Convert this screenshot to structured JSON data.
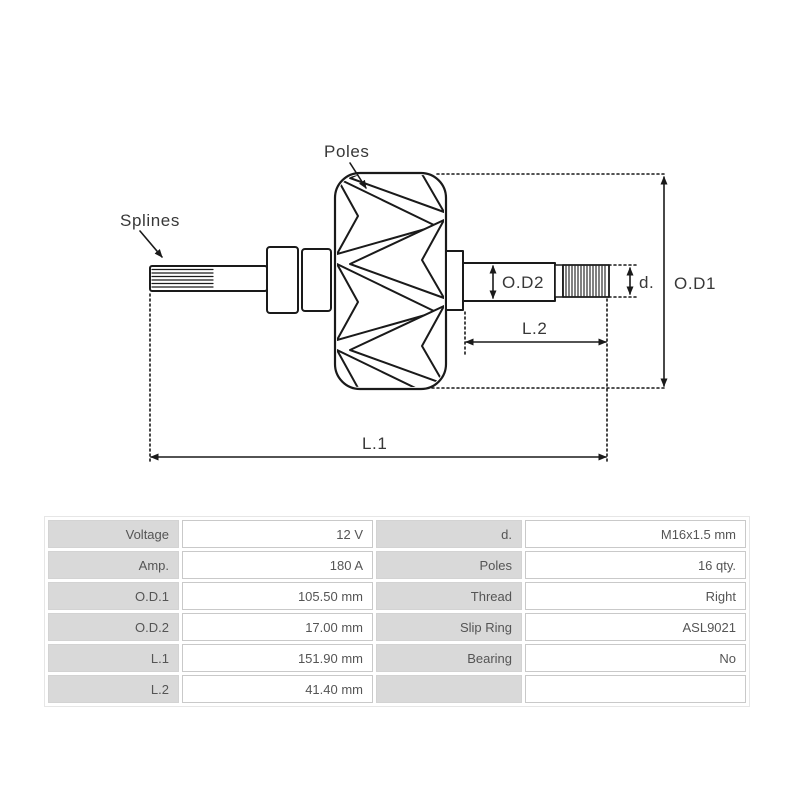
{
  "diagram": {
    "callouts": {
      "poles": "Poles",
      "splines": "Splines"
    },
    "dimensions": {
      "od1": "O.D1",
      "od2": "O.D2",
      "d": "d.",
      "l1": "L.1",
      "l2": "L.2"
    },
    "colors": {
      "line": "#1a1a1a",
      "label_text": "#383838"
    }
  },
  "spec_table": {
    "colors": {
      "label_bg": "#d9d9d9",
      "value_bg": "#ffffff",
      "border": "#c9c9c9",
      "text": "#555555"
    },
    "rows": [
      {
        "left_label": "Voltage",
        "left_value": "12 V",
        "right_label": "d.",
        "right_value": "M16x1.5 mm"
      },
      {
        "left_label": "Amp.",
        "left_value": "180 A",
        "right_label": "Poles",
        "right_value": "16 qty."
      },
      {
        "left_label": "O.D.1",
        "left_value": "105.50 mm",
        "right_label": "Thread",
        "right_value": "Right"
      },
      {
        "left_label": "O.D.2",
        "left_value": "17.00 mm",
        "right_label": "Slip Ring",
        "right_value": "ASL9021"
      },
      {
        "left_label": "L.1",
        "left_value": "151.90 mm",
        "right_label": "Bearing",
        "right_value": "No"
      },
      {
        "left_label": "L.2",
        "left_value": "41.40 mm",
        "right_label": "",
        "right_value": ""
      }
    ]
  }
}
